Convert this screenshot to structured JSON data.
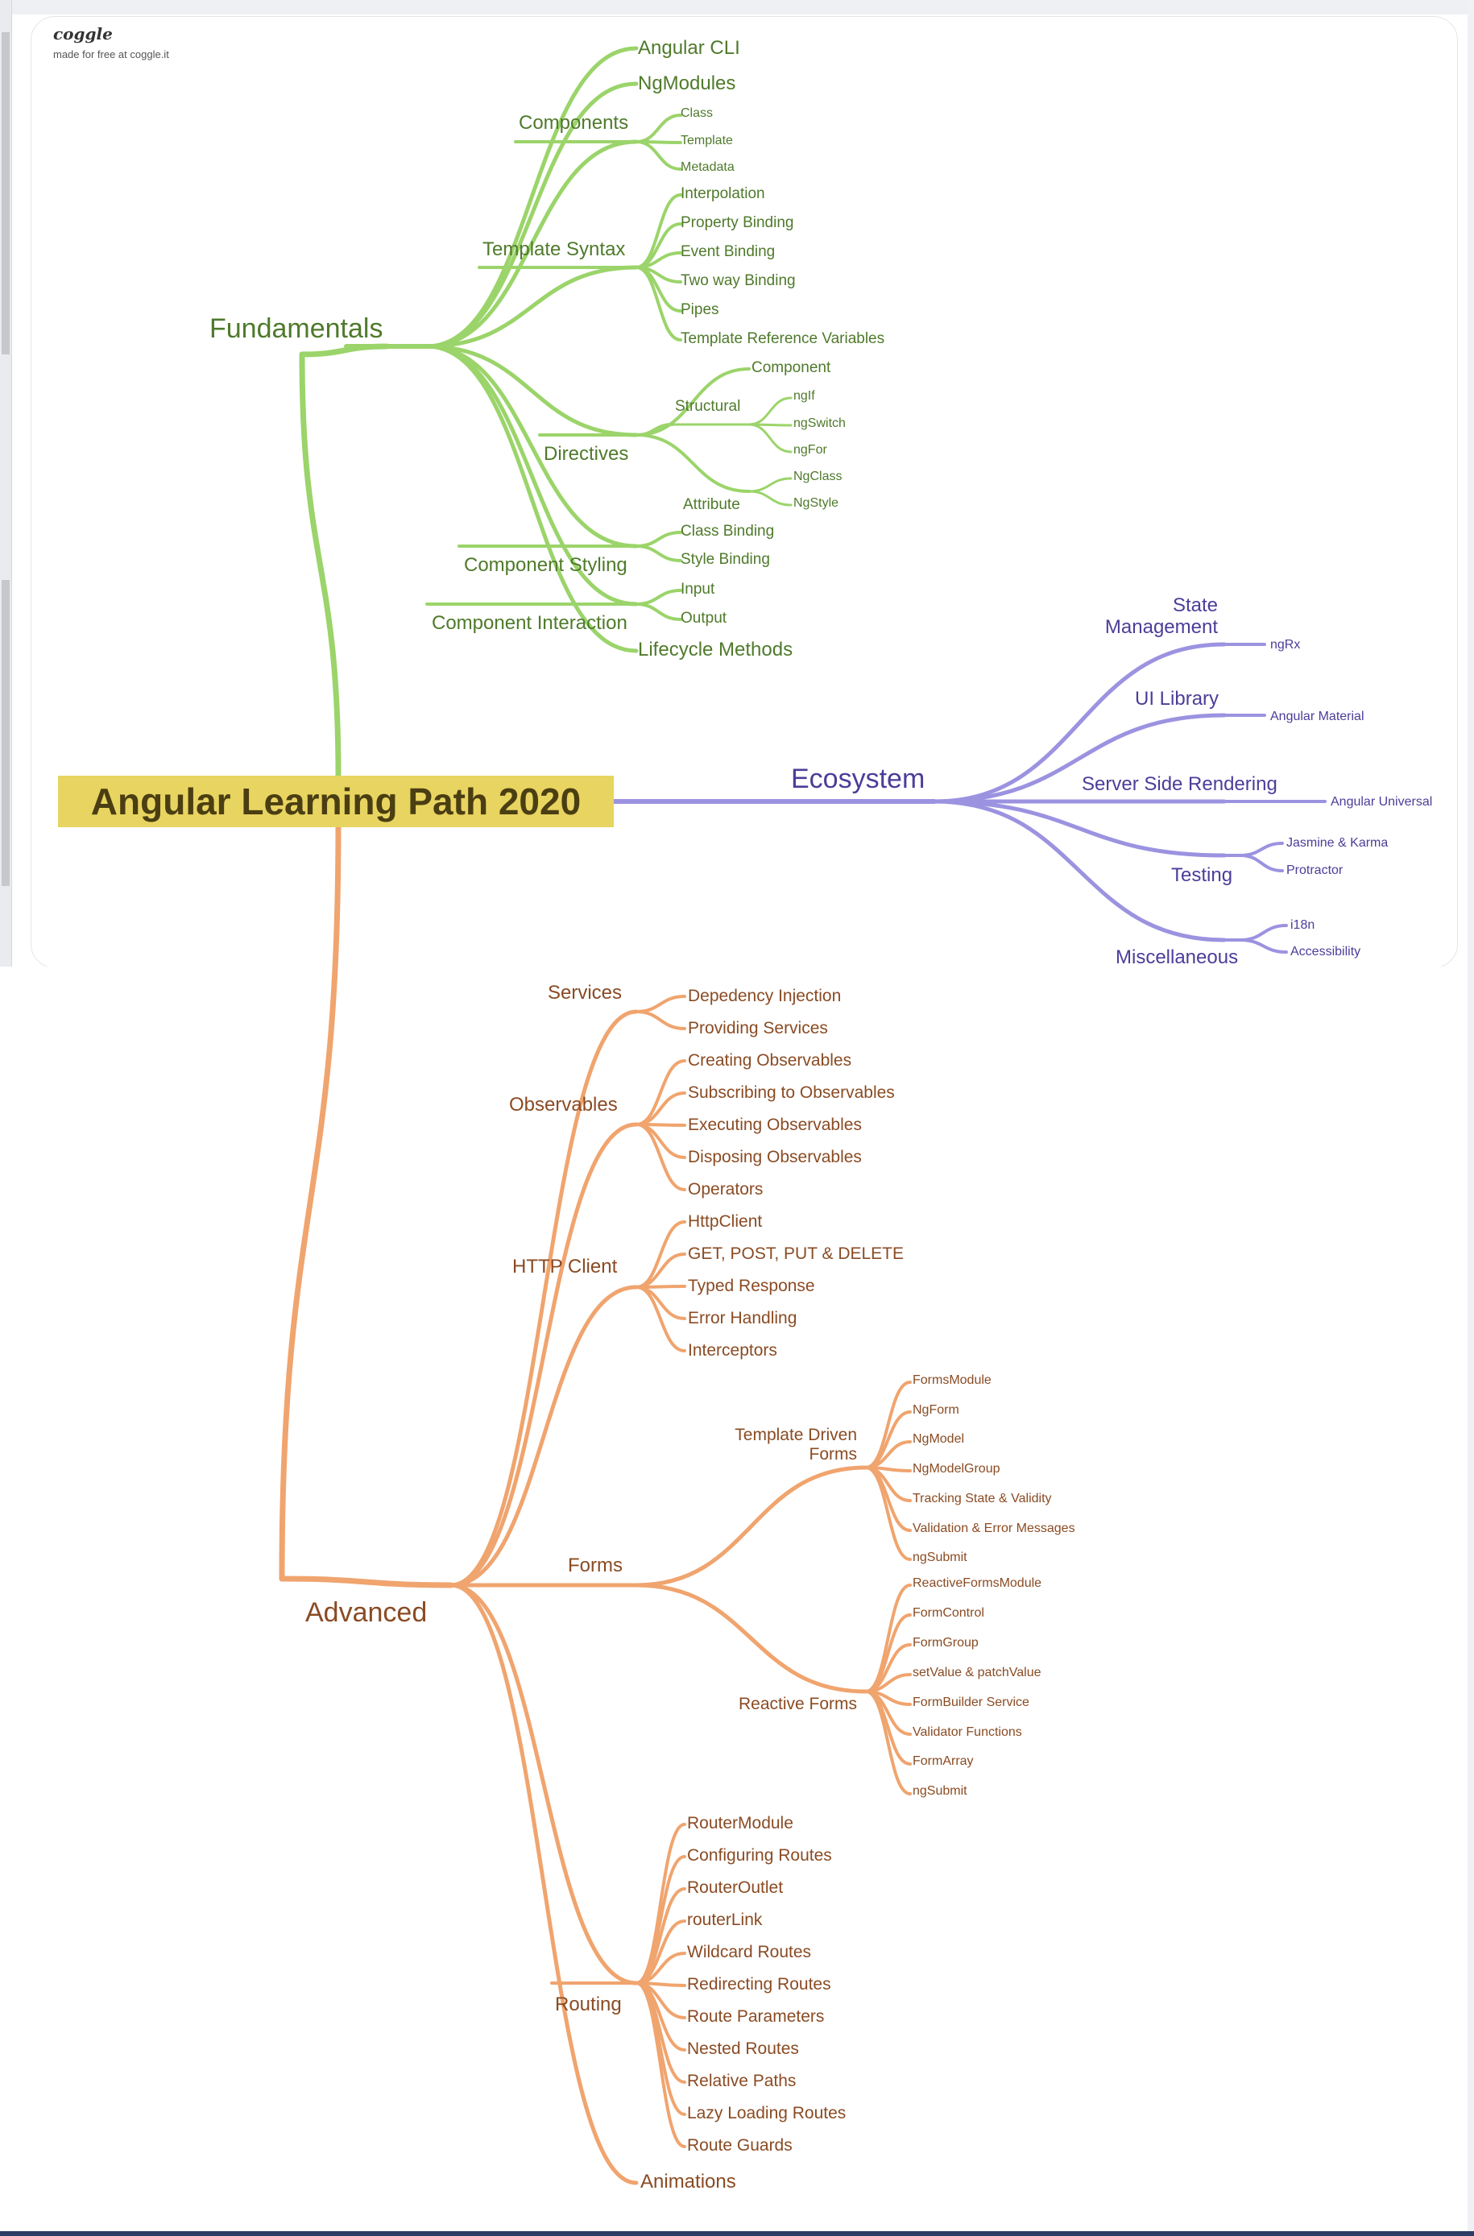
{
  "app": {
    "logo": "coggle",
    "tagline": "made for free at coggle.it"
  },
  "colors": {
    "fundamentals": "#9bd46a",
    "ecosystem": "#9b93e0",
    "advanced": "#f0a46e",
    "central": "#e8d460"
  },
  "central": "Angular Learning Path 2020",
  "fundamentals": {
    "title": "Fundamentals",
    "angular_cli": "Angular CLI",
    "ngmodules": "NgModules",
    "components": {
      "label": "Components",
      "items": [
        "Class",
        "Template",
        "Metadata"
      ]
    },
    "template_syntax": {
      "label": "Template Syntax",
      "items": [
        "Interpolation",
        "Property Binding",
        "Event Binding",
        "Two way Binding",
        "Pipes",
        "Template Reference Variables"
      ]
    },
    "directives": {
      "label": "Directives",
      "component": "Component",
      "structural": {
        "label": "Structural",
        "items": [
          "ngIf",
          "ngSwitch",
          "ngFor"
        ]
      },
      "attribute": {
        "label": "Attribute",
        "items": [
          "NgClass",
          "NgStyle"
        ]
      }
    },
    "component_styling": {
      "label": "Component Styling",
      "items": [
        "Class Binding",
        "Style Binding"
      ]
    },
    "component_interaction": {
      "label": "Component Interaction",
      "items": [
        "Input",
        "Output"
      ]
    },
    "lifecycle": "Lifecycle Methods"
  },
  "ecosystem": {
    "title": "Ecosystem",
    "state": {
      "label_line1": "State",
      "label_line2": "Management",
      "items": [
        "ngRx"
      ]
    },
    "ui": {
      "label": "UI Library",
      "items": [
        "Angular Material"
      ]
    },
    "ssr": {
      "label": "Server Side Rendering",
      "items": [
        "Angular Universal"
      ]
    },
    "testing": {
      "label": "Testing",
      "items": [
        "Jasmine & Karma",
        "Protractor"
      ]
    },
    "misc": {
      "label": "Miscellaneous",
      "items": [
        "i18n",
        "Accessibility"
      ]
    }
  },
  "advanced": {
    "title": "Advanced",
    "services": {
      "label": "Services",
      "items": [
        "Depedency Injection",
        "Providing Services"
      ]
    },
    "observables": {
      "label": "Observables",
      "items": [
        "Creating Observables",
        "Subscribing to Observables",
        "Executing Observables",
        "Disposing Observables",
        "Operators"
      ]
    },
    "http": {
      "label": "HTTP Client",
      "items": [
        "HttpClient",
        "GET, POST, PUT & DELETE",
        "Typed Response",
        "Error Handling",
        "Interceptors"
      ]
    },
    "forms": {
      "label": "Forms",
      "template_driven": {
        "label_line1": "Template Driven",
        "label_line2": "Forms",
        "items": [
          "FormsModule",
          "NgForm",
          "NgModel",
          "NgModelGroup",
          "Tracking State & Validity",
          "Validation & Error Messages",
          "ngSubmit"
        ]
      },
      "reactive": {
        "label": "Reactive Forms",
        "items": [
          "ReactiveFormsModule",
          "FormControl",
          "FormGroup",
          "setValue & patchValue",
          "FormBuilder Service",
          "Validator Functions",
          "FormArray",
          "ngSubmit"
        ]
      }
    },
    "routing": {
      "label": "Routing",
      "items": [
        "RouterModule",
        "Configuring Routes",
        "RouterOutlet",
        "routerLink",
        "Wildcard Routes",
        "Redirecting Routes",
        "Route Parameters",
        "Nested Routes",
        "Relative Paths",
        "Lazy Loading Routes",
        "Route Guards"
      ]
    },
    "animations": "Animations"
  }
}
